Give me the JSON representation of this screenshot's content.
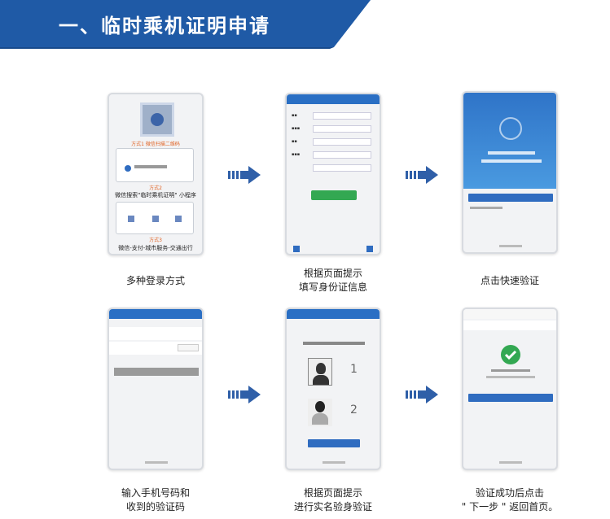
{
  "banner": {
    "title": "一、临时乘机证明申请"
  },
  "phone1": {
    "method1": "方式1 微信扫描二维码",
    "method2": "方式2",
    "method2_desc": "微信搜索\"临时乘机证明\" 小程序",
    "method3": "方式3",
    "method3_desc": "微信-支付-城市服务-交通出行"
  },
  "steps": [
    {
      "caption_line1": "多种登录方式",
      "caption_line2": ""
    },
    {
      "caption_line1": "根据页面提示",
      "caption_line2": "填写身份证信息"
    },
    {
      "caption_line1": "点击快速验证",
      "caption_line2": ""
    },
    {
      "caption_line1": "输入手机号码和",
      "caption_line2": "收到的验证码"
    },
    {
      "caption_line1": "根据页面提示",
      "caption_line2": "进行实名验身验证"
    },
    {
      "caption_line1": "验证成功后点击",
      "caption_line2": "\" 下一步 \" 返回首页。"
    }
  ],
  "colors": {
    "banner": "#1f5aa6",
    "accent": "#2f6cc0",
    "arrow": "#2f5fa8",
    "green": "#33a852"
  }
}
